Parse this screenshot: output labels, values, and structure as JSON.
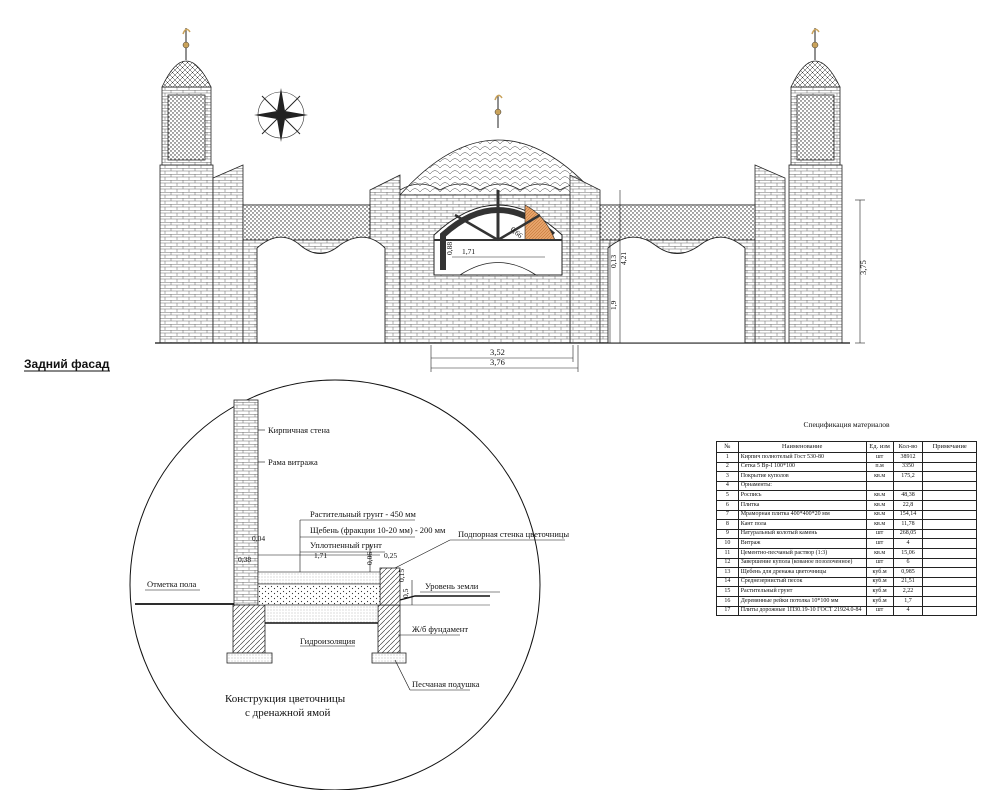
{
  "facade_title": "Задний фасад",
  "dimensions": {
    "d_352": "3,52",
    "d_376": "3,76",
    "d_375": "3,75",
    "d_171_top": "1,71",
    "d_421": "4,21",
    "d_19": "1,9",
    "d_013": "0,13",
    "d_088": "0,88",
    "d_066": "0,66"
  },
  "detail": {
    "title_line1": "Конструкция цветочницы",
    "title_line2": "с дренажной ямой",
    "labels": {
      "brick_wall": "Кирпичная стена",
      "vitrage_frame": "Рама витража",
      "soil": "Растительный грунт - 450 мм",
      "gravel": "Щебень (фракции 10-20 мм) - 200 мм",
      "compacted": "Уплотненный грунт",
      "retaining_wall": "Подпорная стенка цветочницы",
      "floor_mark": "Отметка пола",
      "ground_level": "Уровень земли",
      "waterproofing": "Гидроизоляция",
      "rc_foundation": "Ж/б фундамент",
      "sand_cushion": "Песчаная подушка"
    },
    "dims": {
      "d_038": "0,38",
      "d_004": "0,04",
      "d_171": "1,71",
      "d_006": "0,06",
      "d_025": "0,25",
      "d_015": "0,15",
      "d_05": "0,5"
    }
  },
  "spec": {
    "title": "Спецификация материалов",
    "headers": [
      "№",
      "Наименование",
      "Ед. изм",
      "Кол-во",
      "Примечание"
    ],
    "rows": [
      [
        "1",
        "Кирпич полнотелый Гост 530-80",
        "шт",
        "38912",
        ""
      ],
      [
        "2",
        "Сетка 5 Вр-I 100*100",
        "п.м",
        "3350",
        ""
      ],
      [
        "3",
        "Покрытие куполов",
        "кв.м",
        "175,2",
        ""
      ],
      [
        "4",
        "Орнаменты:",
        "",
        "",
        ""
      ],
      [
        "5",
        "Роспись",
        "кв.м",
        "48,38",
        ""
      ],
      [
        "6",
        "Плитка",
        "кв.м",
        "22,8",
        ""
      ],
      [
        "7",
        "Мраморная плитка 400*400*20 мм",
        "кв.м",
        "154,14",
        ""
      ],
      [
        "8",
        "Кант пола",
        "кв.м",
        "11,78",
        ""
      ],
      [
        "9",
        "Натуральный колотый камень",
        "шт",
        "268,05",
        ""
      ],
      [
        "10",
        "Витраж",
        "шт",
        "4",
        ""
      ],
      [
        "11",
        "Цементно-песчаный раствор (1:3)",
        "кв.м",
        "15,06",
        ""
      ],
      [
        "12",
        "Завершение купола (кованое позолоченное)",
        "шт",
        "6",
        ""
      ],
      [
        "13",
        "Щебень для дренажа цветочницы",
        "куб.м",
        "0,985",
        ""
      ],
      [
        "14",
        "Среднезернистый песок",
        "куб.м",
        "21,51",
        ""
      ],
      [
        "15",
        "Растительный грунт",
        "куб.м",
        "2,22",
        ""
      ],
      [
        "16",
        "Деревянные рейки потолка 10*100 мм",
        "куб.м",
        "1,7",
        ""
      ],
      [
        "17",
        "Плиты дорожные 1П30.19-10 ГОСТ 21924.0-84",
        "шт",
        "4",
        ""
      ]
    ]
  }
}
